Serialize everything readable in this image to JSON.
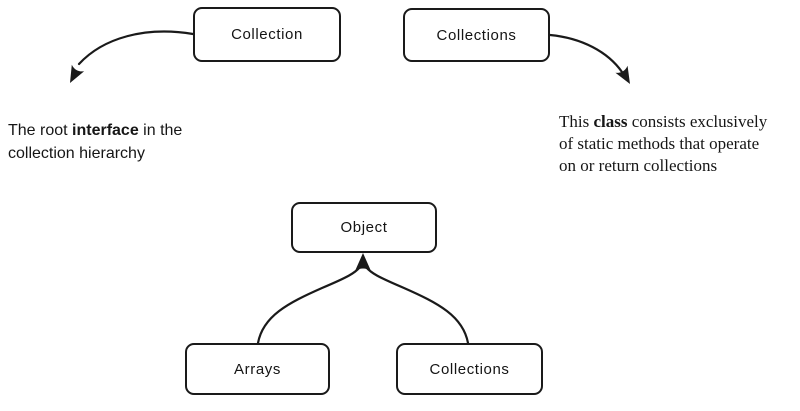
{
  "colors": {
    "background": "#ffffff",
    "stroke": "#1a1a1a",
    "box_fill": "#ffffff",
    "text": "#111111"
  },
  "boxes": {
    "collection": "Collection",
    "collections_top": "Collections",
    "object": "Object",
    "arrays": "Arrays",
    "collections_bottom": "Collections"
  },
  "notes": {
    "collection": {
      "pre": "The root ",
      "bold": "interface",
      "post": " in the\ncollection hierarchy"
    },
    "collections": {
      "pre": "This ",
      "bold": "class",
      "post": " consists exclusively\nof static methods that operate\non or return collections"
    }
  }
}
